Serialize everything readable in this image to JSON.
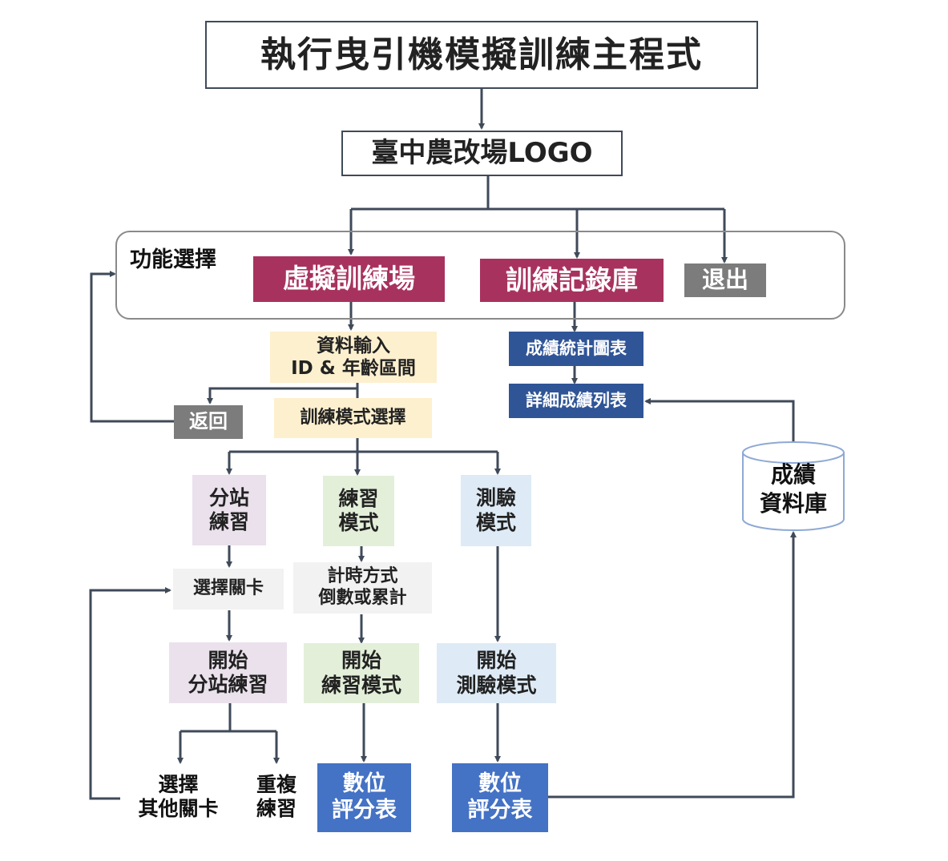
{
  "title": "執行曳引機模擬訓練主程式",
  "logo": "臺中農改場LOGO",
  "function_select": {
    "label": "功能選擇",
    "options": [
      {
        "label": "虛擬訓練場"
      },
      {
        "label": "訓練記錄庫"
      },
      {
        "label": "退出"
      }
    ]
  },
  "training": {
    "data_input": "資料輸入\nID & 年齡區間",
    "back": "返回",
    "mode_select": "訓練模式選擇",
    "modes": [
      {
        "name": "分站\n練習",
        "step1": "選擇關卡",
        "start": "開始\n分站練習",
        "outcomes": [
          "選擇\n其他關卡",
          "重複\n練習"
        ]
      },
      {
        "name": "練習\n模式",
        "step1": "計時方式\n倒數或累計",
        "start": "開始\n練習模式",
        "result": "數位\n評分表"
      },
      {
        "name": "測驗\n模式",
        "start": "開始\n測驗模式",
        "result": "數位\n評分表"
      }
    ]
  },
  "records": {
    "chart": "成績統計圖表",
    "list": "詳細成績列表"
  },
  "database": "成績\n資料庫",
  "colors": {
    "line": "#3f4a59",
    "primary": "#a8325e",
    "neutral": "#7c7c7c",
    "navy": "#2f5597",
    "blue": "#4472c4",
    "cream": "#fdf0cf",
    "lilac": "#eae1ec",
    "mint": "#e3efd9",
    "sky": "#deebf6",
    "light": "#f2f2f2"
  }
}
